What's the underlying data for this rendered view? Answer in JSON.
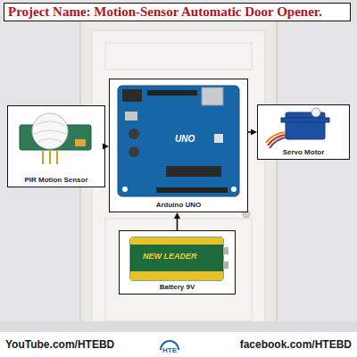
{
  "diagram": {
    "title": "Project Name: Motion-Sensor Automatic Door Opener.",
    "nodes": [
      {
        "text": [
          "PIR Motion Sensor"
        ]
      },
      {
        "text": [
          "Arduino UNO"
        ]
      },
      {
        "text": [
          "Servo Motor"
        ]
      },
      {
        "text": [
          "Battery 9V"
        ]
      }
    ],
    "edges": [
      {
        "from": 0,
        "to": 1,
        "arrow": "to"
      },
      {
        "from": 1,
        "to": 2,
        "arrow": "to"
      },
      {
        "from": 3,
        "to": 1,
        "arrow": "to"
      }
    ],
    "labels": [
      "UNO",
      "NEW LEADER",
      "YouTube.com/HTEBD",
      "HTE",
      "facebook.com/HTEBD"
    ]
  }
}
